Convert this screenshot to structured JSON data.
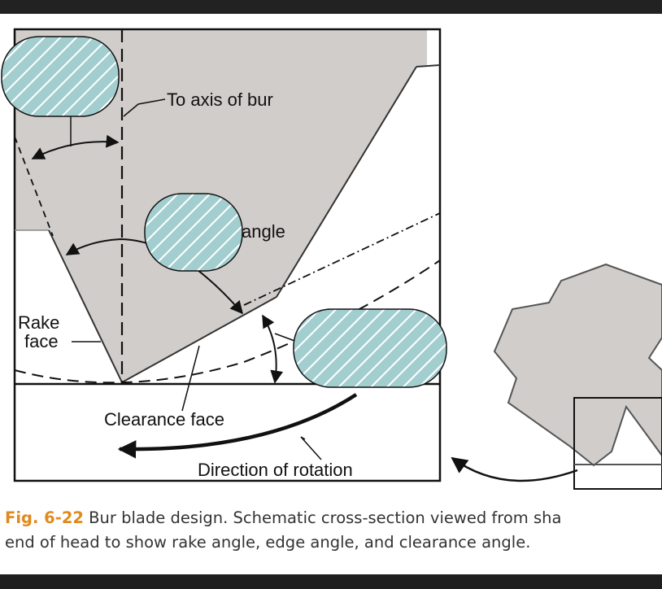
{
  "diagram": {
    "labels": {
      "axis": "To axis of bur",
      "angle": "angle",
      "rake_face_line1": "Rake",
      "rake_face_line2": "face",
      "clearance_face": "Clearance face",
      "rotation": "Direction of rotation"
    }
  },
  "caption": {
    "fig_number": "Fig. 6-22",
    "line1": "Bur blade design. Schematic cross-section viewed from sha",
    "line2": "end of head to show rake angle, edge angle, and clearance angle."
  },
  "colors": {
    "blade_fill": "#d1cdca",
    "redaction_fill": "#a3ced0",
    "caption_accent": "#e08a1e",
    "caption_text": "#333333"
  }
}
